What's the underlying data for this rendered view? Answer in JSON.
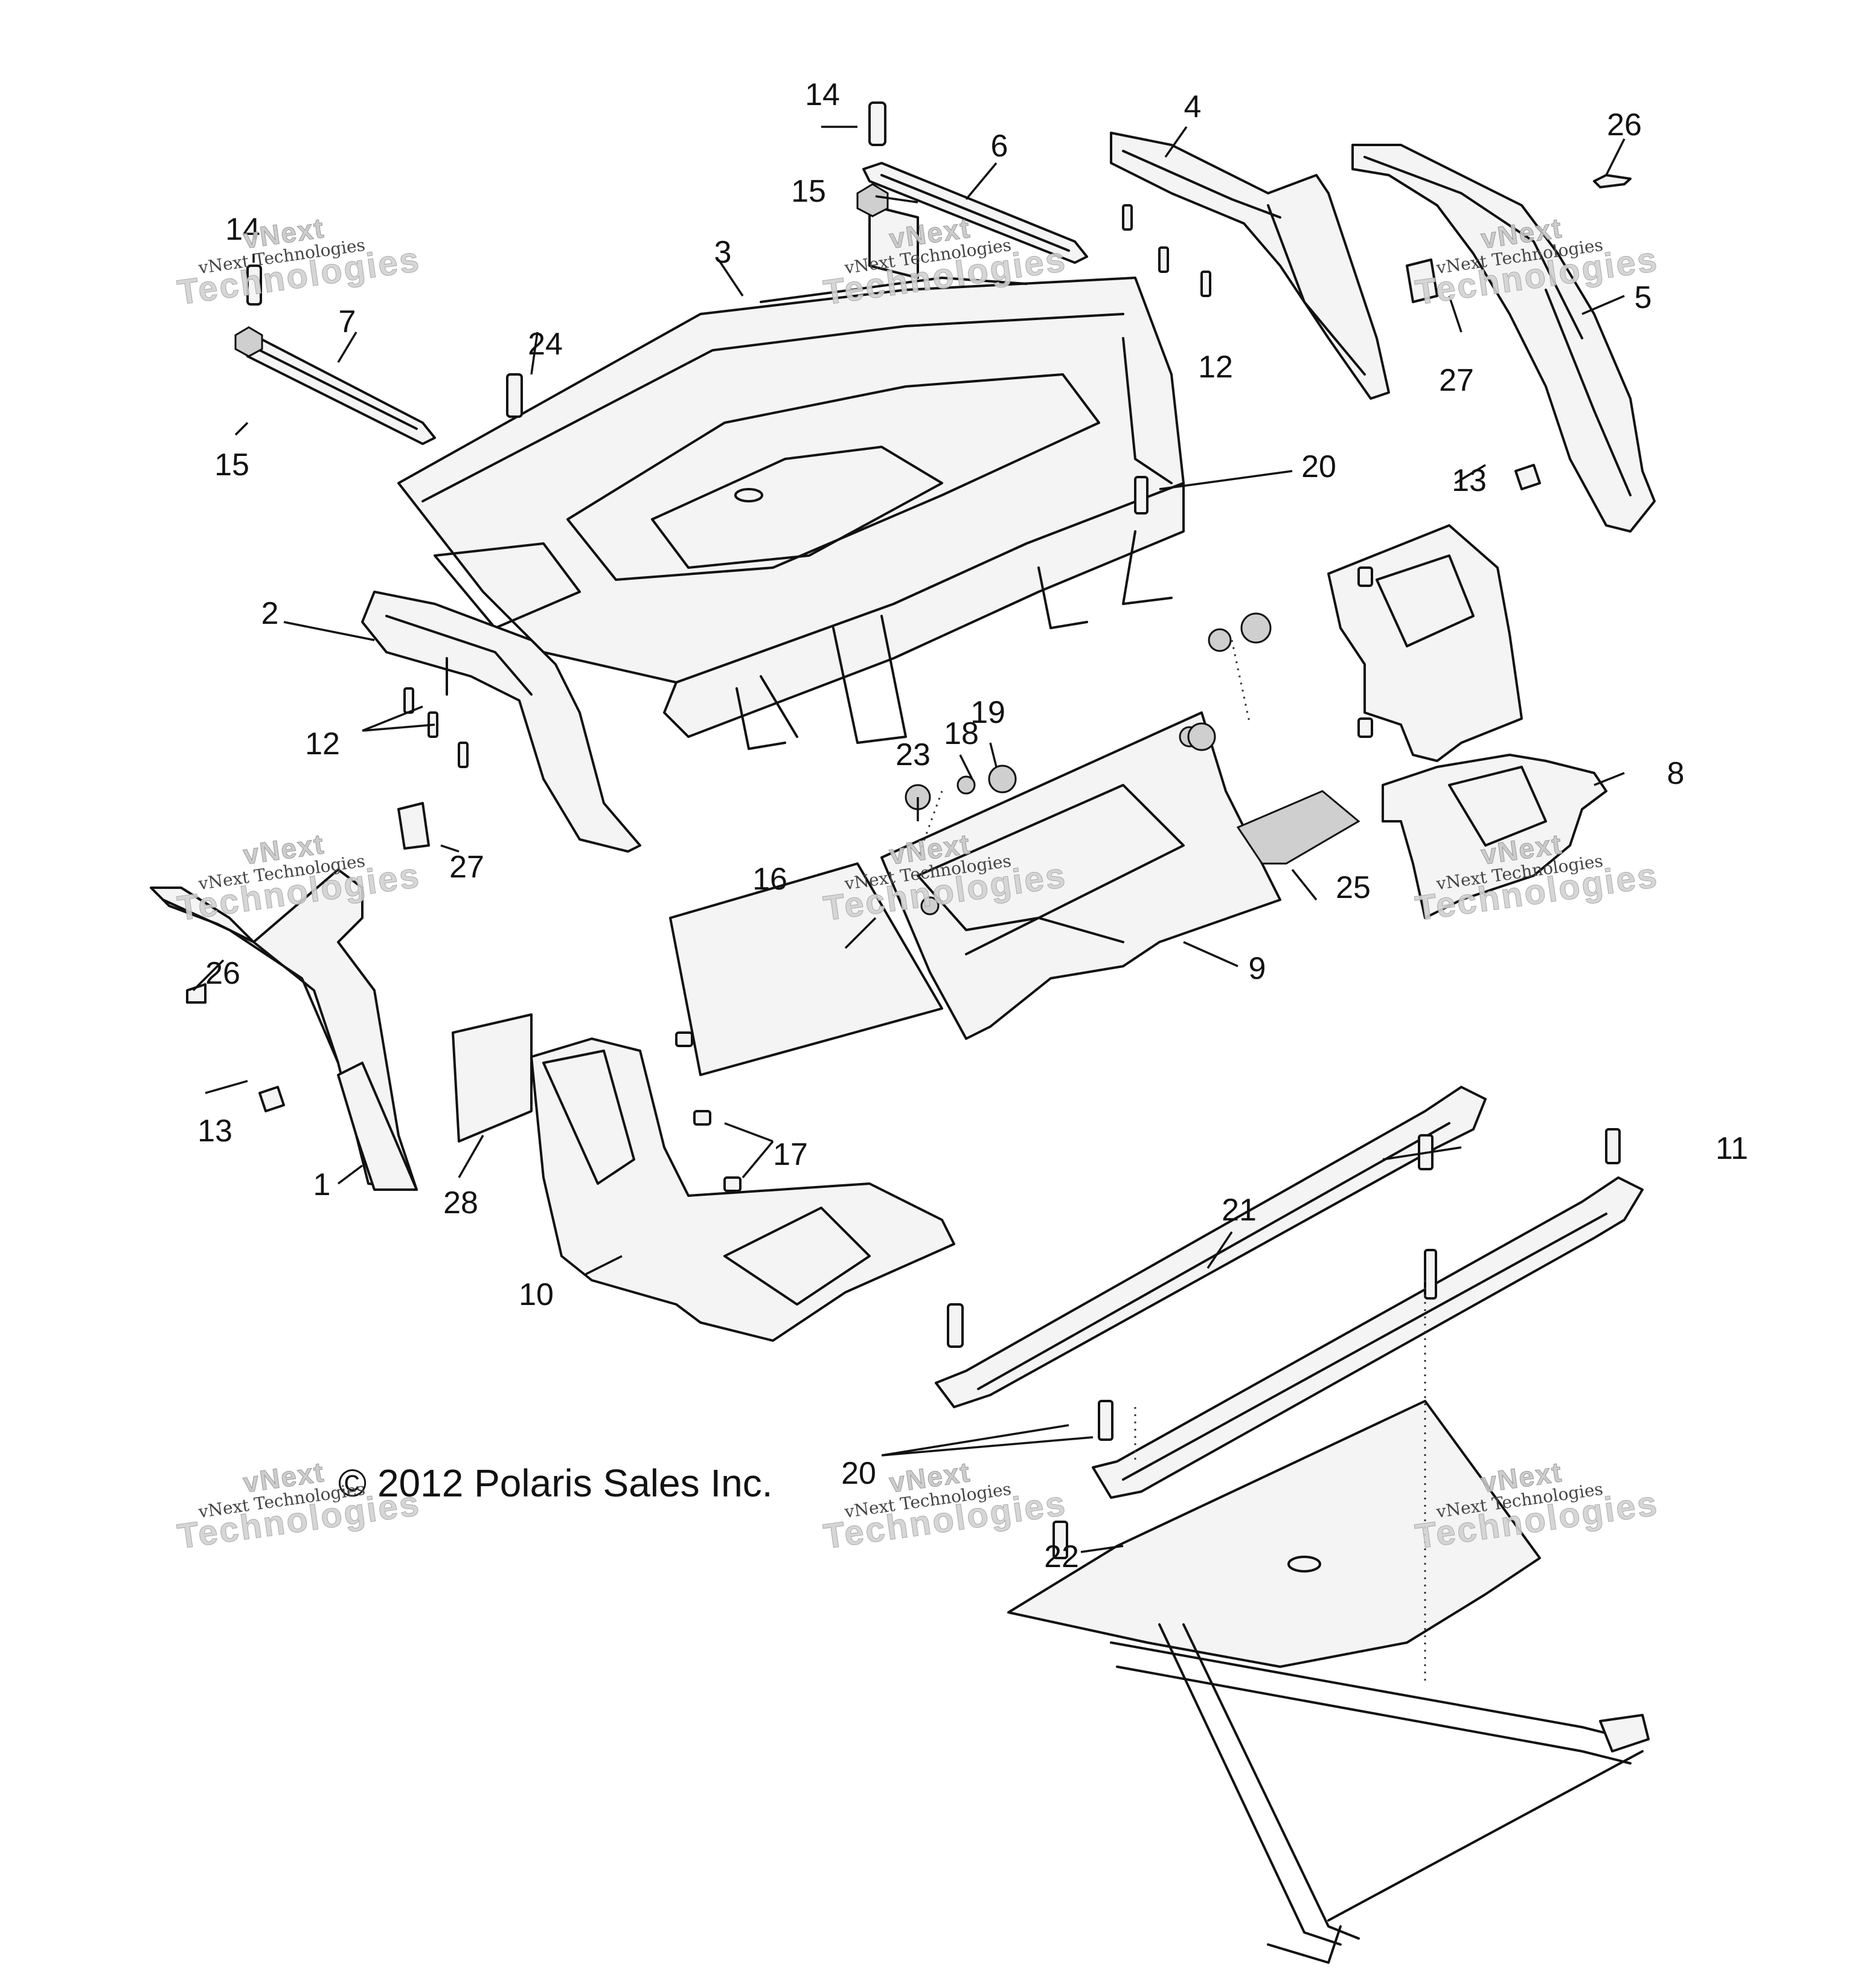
{
  "copyright": "© 2012 Polaris Sales Inc.",
  "watermark": {
    "line1": "vNext",
    "line2": "vNext Technologies",
    "line3": "Technologies"
  },
  "callouts": {
    "c1": "1",
    "c2": "2",
    "c3": "3",
    "c4": "4",
    "c5": "5",
    "c6": "6",
    "c7": "7",
    "c8": "8",
    "c9": "9",
    "c10": "10",
    "c11": "11",
    "c12a": "12",
    "c12b": "12",
    "c13a": "13",
    "c13b": "13",
    "c14a": "14",
    "c14b": "14",
    "c15a": "15",
    "c15b": "15",
    "c16": "16",
    "c17": "17",
    "c18": "18",
    "c19": "19",
    "c20a": "20",
    "c20b": "20",
    "c21": "21",
    "c22": "22",
    "c23": "23",
    "c24": "24",
    "c25": "25",
    "c26a": "26",
    "c26b": "26",
    "c27a": "27",
    "c27b": "27",
    "c28": "28"
  }
}
